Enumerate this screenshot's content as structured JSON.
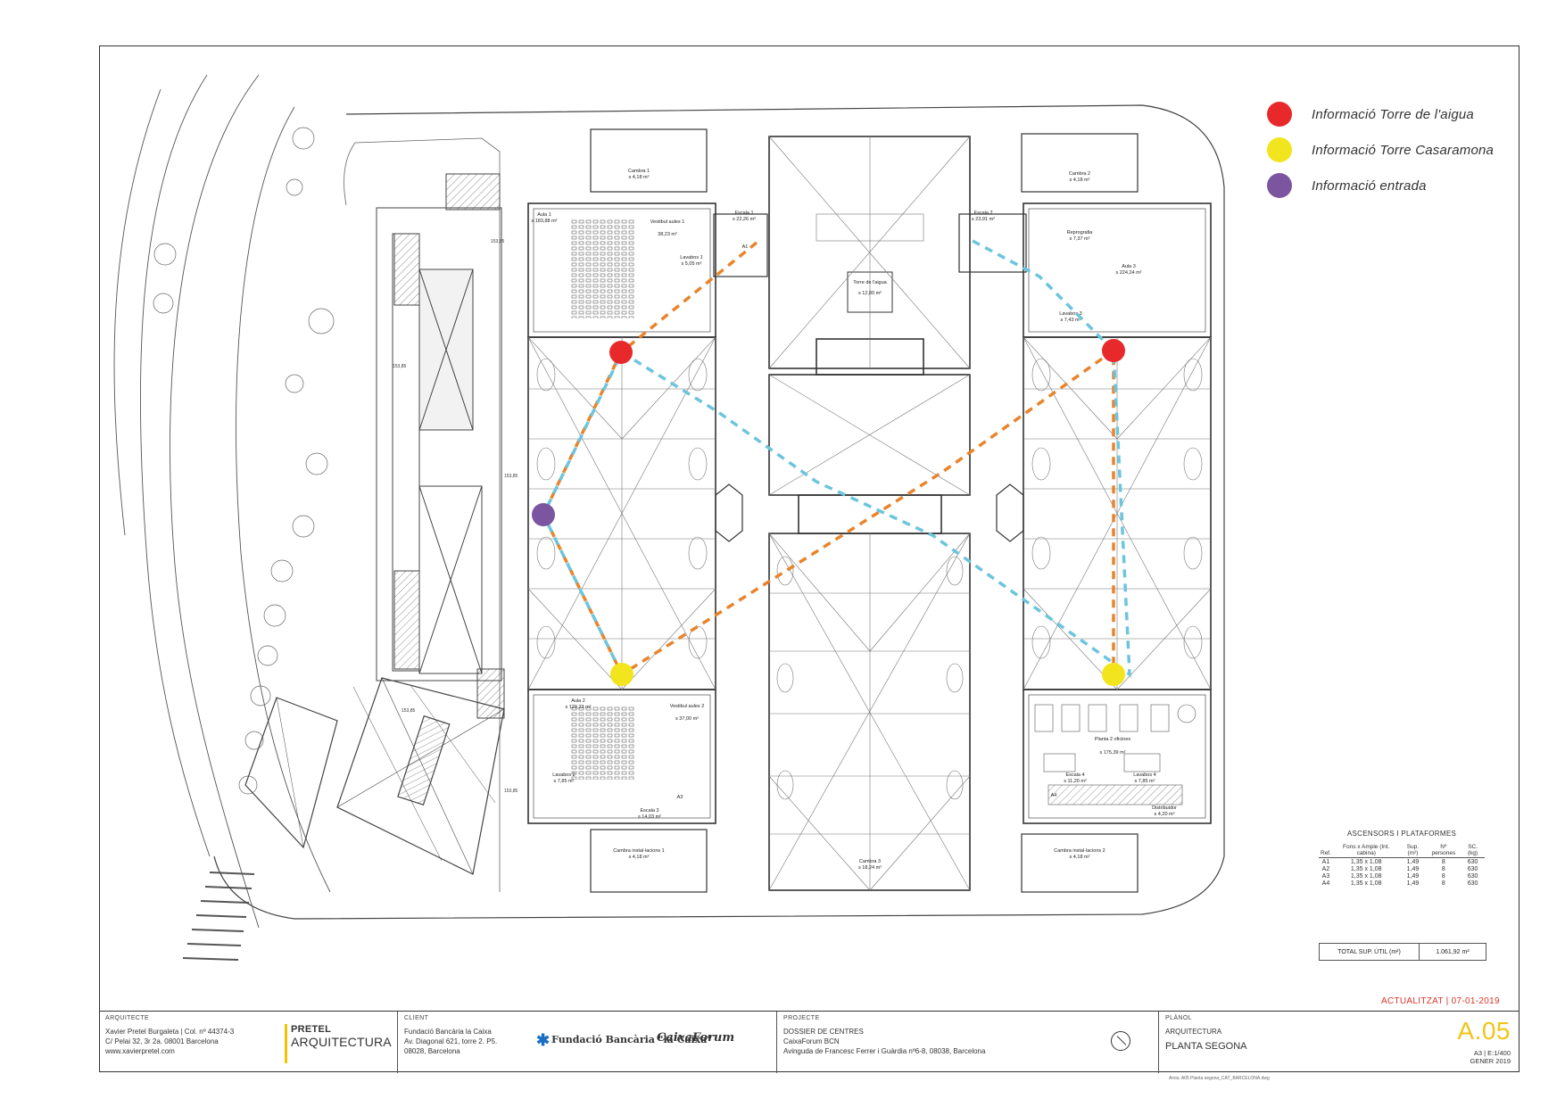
{
  "legend": {
    "items": [
      {
        "label": "Informació Torre de l'aigua",
        "color": "#e8292b"
      },
      {
        "label": "Informació Torre Casaramona",
        "color": "#f2e51d"
      },
      {
        "label": "Informació entrada",
        "color": "#7b559f"
      }
    ]
  },
  "route_colors": {
    "primary": "#e8842c",
    "secondary": "#6cc5dd"
  },
  "rooms": {
    "aula1": "Aula 1",
    "aula1_area": "s 183,88 m²",
    "vestibul1": "Vestibul aules 1",
    "vestibul1_area": "38,23 m²",
    "lavabos1": "Lavabos 1",
    "lavabos1_area": "s 5,05 m²",
    "escala1": "Escala 1",
    "escala1_area": "s 22,26 m²",
    "a1": "A1",
    "cambra1": "Cambra 1",
    "cambra1_area": "s 4,18 m²",
    "cambra2": "Cambra 2",
    "cambra2_area": "s 4,18 m²",
    "torre_aigua": "Torre de l'aigua",
    "torre_aigua_area": "s 12,80 m²",
    "escala2": "Escala 2",
    "escala2_area": "s 23,91 m²",
    "reprografia": "Reprografia",
    "reprografia_area": "s 7,37 m²",
    "aula3": "Aula 3",
    "aula3_area": "s 224,24 m²",
    "lavabos3": "Lavabos 3",
    "lavabos3_area": "s 7,43 m²",
    "aula2": "Aula 2",
    "aula2_area": "s 129,23 m²",
    "vestibul2": "Vestibul aules 2",
    "vestibul2_area": "s 37,00 m²",
    "lavabos2": "Lavabos 2",
    "lavabos2_area": "s 7,85 m²",
    "escala3": "Escala 3",
    "escala3_area": "s 14,03 m²",
    "a3": "A3",
    "planta2": "Planta 2 oficines",
    "planta2_area": "s 175,39 m²",
    "escala4": "Escala 4",
    "escala4_area": "s 11,20 m²",
    "lavabos4": "Lavabos 4",
    "lavabos4_area": "s 7,85 m²",
    "distribuidor": "Distribuidor",
    "distribuidor_area": "s 4,20 m²",
    "a4": "A4",
    "cambra_inst1": "Cambra instal·lacions 1",
    "cambra_inst1_area": "s 4,18 m²",
    "cambra_inst2": "Cambra instal·lacions 2",
    "cambra_inst2_area": "s 4,18 m²",
    "cambra3": "Cambra 3",
    "cambra3_area": "s 18,24 m²"
  },
  "levels": [
    "153,85",
    "153,85",
    "153,85",
    "153,85",
    "153,85"
  ],
  "lifts": {
    "title": "ASCENSORS I PLATAFORMES",
    "headers": [
      "Ref.",
      "Fons x Ample (Int. cabina)",
      "Sup. (m²)",
      "Nº persones",
      "SC. (kg)"
    ],
    "rows": [
      [
        "A1",
        "1,35 x 1,08",
        "1,49",
        "8",
        "630"
      ],
      [
        "A2",
        "1,35 x 1,08",
        "1,49",
        "8",
        "630"
      ],
      [
        "A3",
        "1,35 x 1,08",
        "1,49",
        "8",
        "630"
      ],
      [
        "A4",
        "1,35 x 1,08",
        "1,49",
        "8",
        "630"
      ]
    ]
  },
  "total": {
    "label": "TOTAL SUP. ÚTIL (m²)",
    "value": "1.061,92 m²"
  },
  "updated": "ACTUALITZAT | 07-01-2019",
  "title_block": {
    "architect_head": "ARQUITECTE",
    "architect_lines": [
      "Xavier Pretel Burgaleta | Col. nº 44374-3",
      "C/ Pelai 32, 3r 2a. 08001 Barcelona",
      "www.xavierpretel.com"
    ],
    "logo_line1": "PRETEL",
    "logo_line2": "ARQUITECTURA",
    "client_head": "CLIENT",
    "client_lines": [
      "Fundació Bancària la Caixa",
      "Av. Diagonal 621, torre 2. P5.",
      "08028, Barcelona"
    ],
    "client_logo1": "Fundació Bancària \"la Caixa\"",
    "client_logo2": "CaixaForum",
    "project_head": "PROJECTE",
    "project_lines": [
      "DOSSIER DE CENTRES",
      "CaixaForum BCN",
      "Avinguda de Francesc Ferrer i Guàrdia nº6-8, 08038, Barcelona"
    ],
    "plan_head": "PLÀNOL",
    "plan_category": "ARQUITECTURA",
    "plan_name": "PLANTA SEGONA",
    "sheet_id": "A.05",
    "sheet_scale": "A3 | E:1/400",
    "sheet_date": "GENER 2019"
  },
  "file_note": "Arxiu: A05 Planta segona_CAT_BARCELONA.dwg"
}
